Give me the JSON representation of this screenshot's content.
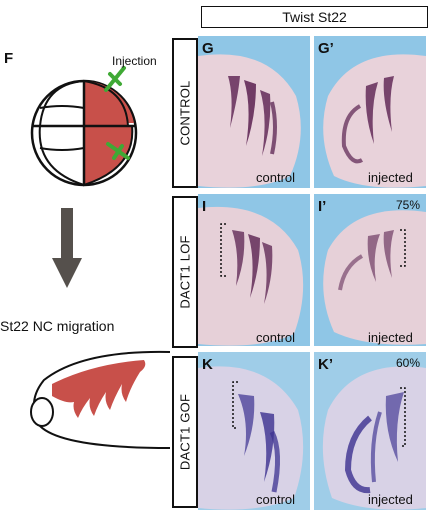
{
  "left": {
    "panel_letter": "F",
    "injection_label": "Injection",
    "migration_label": "St22 NC migration"
  },
  "header": {
    "title": "Twist St22"
  },
  "rows": [
    {
      "label": "CONTROL"
    },
    {
      "label": "DACT1 LOF"
    },
    {
      "label": "DACT1 GOF"
    }
  ],
  "panels": [
    {
      "letter": "G",
      "caption": "control",
      "percent": ""
    },
    {
      "letter": "G’",
      "caption": "injected",
      "percent": ""
    },
    {
      "letter": "I",
      "caption": "control",
      "percent": ""
    },
    {
      "letter": "I’",
      "caption": "injected",
      "percent": "75%"
    },
    {
      "letter": "K",
      "caption": "control",
      "percent": ""
    },
    {
      "letter": "K’",
      "caption": "injected",
      "percent": "60%"
    }
  ],
  "colors": {
    "cell_fill": "#c8504a",
    "arrow_green": "#3fa935",
    "down_arrow": "#55504c",
    "bg_blue": "#8fc6e6",
    "stain_purple": "#5a2150",
    "stain_violet": "#3c3190"
  }
}
